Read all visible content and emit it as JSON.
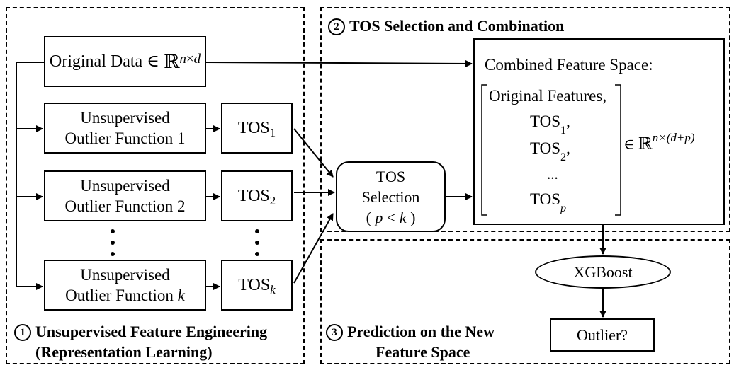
{
  "sections": {
    "s1": {
      "num": "1",
      "line1": "Unsupervised Feature Engineering",
      "line2": "(Representation Learning)"
    },
    "s2": {
      "num": "2",
      "title": "TOS Selection and Combination"
    },
    "s3": {
      "num": "3",
      "line1": "Prediction on the New",
      "line2": "Feature Space"
    }
  },
  "original_data": {
    "label": "Original Data ∈ ",
    "set": "ℝ",
    "exp_n": "n",
    "exp_x": "×",
    "exp_d": "d"
  },
  "functions": [
    {
      "line1": "Unsupervised",
      "line2": "Outlier Function 1",
      "tos": "TOS",
      "tos_sub": "1"
    },
    {
      "line1": "Unsupervised",
      "line2": "Outlier Function 2",
      "tos": "TOS",
      "tos_sub": "2"
    },
    {
      "line1": "Unsupervised",
      "line2": "Outlier Function ",
      "line2_var": "k",
      "tos": "TOS",
      "tos_sub": "k"
    }
  ],
  "selection": {
    "line1": "TOS",
    "line2": "Selection",
    "line3_open": "( ",
    "line3_p": "p",
    "line3_lt": " < ",
    "line3_k": "k",
    "line3_close": " )"
  },
  "combined": {
    "title": "Combined Feature Space:",
    "rows": [
      "Original Features,",
      "TOS",
      "TOS",
      "...",
      "TOS"
    ],
    "row_subs": [
      "",
      "1",
      "2",
      "",
      "p"
    ],
    "row_suffix": [
      "",
      ",",
      ",",
      "",
      ""
    ],
    "dim_set": "ℝ",
    "dim_exp": "n×(d+p)",
    "dim_elem": "∈ "
  },
  "xgboost": {
    "label": "XGBoost"
  },
  "outlier": {
    "label": "Outlier?"
  }
}
